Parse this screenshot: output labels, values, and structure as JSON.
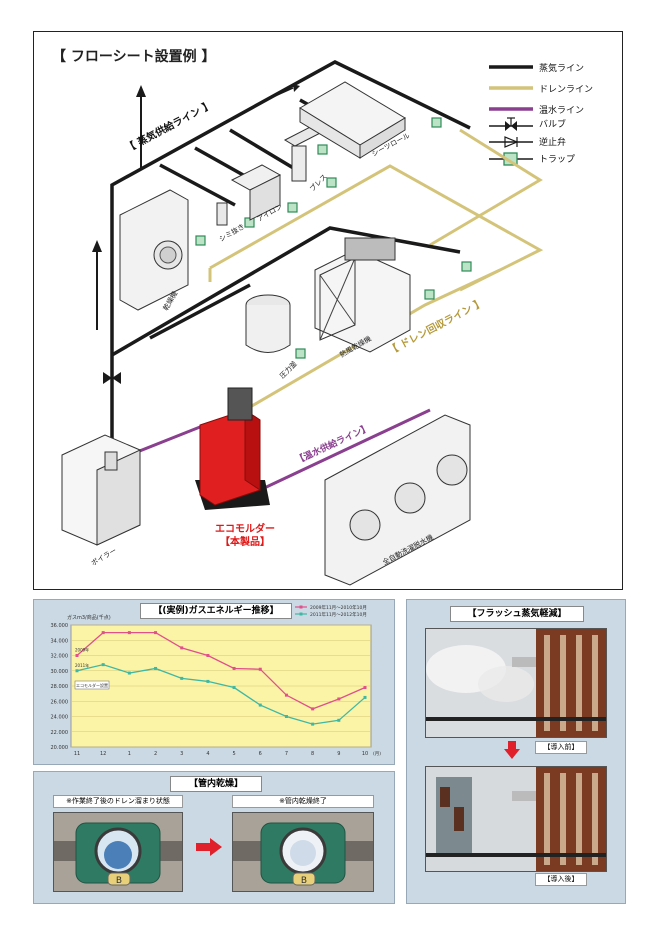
{
  "flow": {
    "title": "【 フローシート設置例 】",
    "legend": [
      {
        "label": "蒸気ライン",
        "color": "#1a1a1a",
        "icon": "line-icon"
      },
      {
        "label": "ドレンライン",
        "color": "#d4c47a",
        "icon": "line-icon"
      },
      {
        "label": "温水ライン",
        "color": "#8a3f8f",
        "icon": "line-icon"
      },
      {
        "label": "バルブ",
        "color": "#1a1a1a",
        "icon": "valve-icon"
      },
      {
        "label": "逆止弁",
        "color": "#1a1a1a",
        "icon": "check-valve-icon"
      },
      {
        "label": "トラップ",
        "color": "#2e8b57",
        "icon": "trap-icon"
      }
    ],
    "lines": {
      "steam_supply": "【 蒸気供給ライン 】",
      "drain_recovery": "【 ドレン回収ライン 】",
      "hot_water_supply": "【温水供給ライン】"
    },
    "equipment": {
      "sheet_roll": "シーツロール",
      "press": "プレス",
      "iron": "アイロン",
      "spot_remover": "シミ抜き",
      "dryer": "乾燥機",
      "tumble_dryer": "熱風乾燥機",
      "pressure_pot": "圧力釜",
      "boiler": "ボイラー",
      "washers": "全自動洗濯脱水機"
    },
    "product": {
      "name": "エコモルダー",
      "tag": "【本製品】",
      "color": "#e01818"
    }
  },
  "gas_chart_title": "【(実例)ガスエネルギー推移】",
  "chart_data": {
    "type": "line",
    "title": "【(実例)ガスエネルギー推移】",
    "ylabel": "ガスm3/商品(千点)",
    "xlabel": "(月)",
    "categories": [
      "11",
      "12",
      "1",
      "2",
      "3",
      "4",
      "5",
      "6",
      "7",
      "8",
      "9",
      "10"
    ],
    "ylim": [
      20.0,
      36.0
    ],
    "yticks": [
      "36.000",
      "34.000",
      "32.000",
      "30.000",
      "28.000",
      "26.000",
      "24.000",
      "22.000",
      "20.000"
    ],
    "series": [
      {
        "name": "2009年11月～2010年10月",
        "short": "2009年",
        "color": "#e0508a",
        "values": [
          32.0,
          35.0,
          35.0,
          35.0,
          33.0,
          32.0,
          30.3,
          30.2,
          26.8,
          25.0,
          26.3,
          27.8
        ]
      },
      {
        "name": "2011年11月～2012年10月",
        "short": "2011年",
        "color": "#3fb8a3",
        "values": [
          30.0,
          30.8,
          29.7,
          30.3,
          29.0,
          28.6,
          27.8,
          25.5,
          24.0,
          23.0,
          23.5,
          26.5
        ]
      }
    ],
    "annotation": "エコモルダー設置",
    "grid": true,
    "legend_position": "top-right"
  },
  "tube": {
    "title": "【管内乾燥】",
    "before": "※作業終了後のドレン溜まり状態",
    "after": "※管内乾燥終了",
    "badge": "B"
  },
  "flash": {
    "title": "【フラッシュ蒸気軽減】",
    "before": "【導入前】",
    "after": "【導入後】"
  }
}
